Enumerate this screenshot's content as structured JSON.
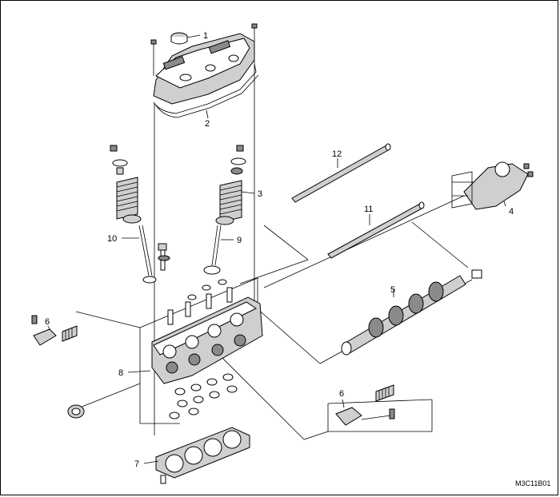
{
  "figure_code": "M3C11B01",
  "callouts": [
    "1",
    "2",
    "3",
    "4",
    "5",
    "6",
    "6",
    "7",
    "8",
    "9",
    "10",
    "11",
    "12"
  ],
  "colors": {
    "line": "#000000",
    "fill_light": "#cfcfcf",
    "fill_dark": "#8a8a8a",
    "background": "#ffffff"
  }
}
